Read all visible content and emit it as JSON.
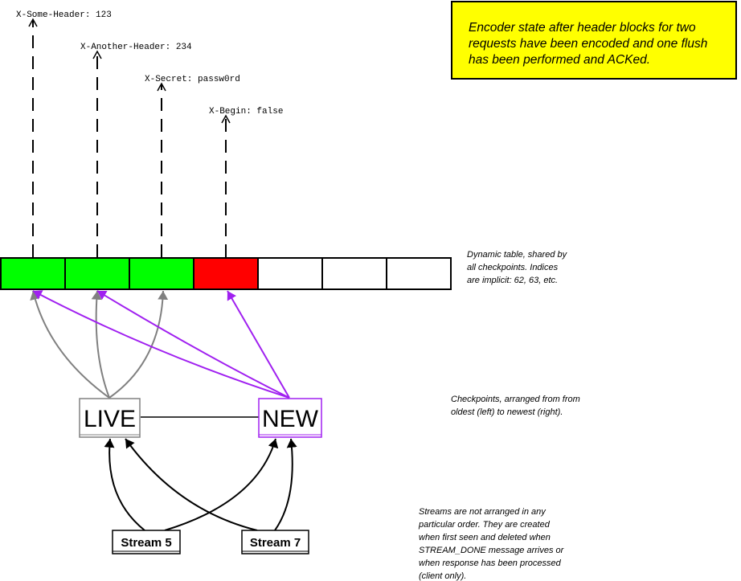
{
  "headers": [
    {
      "name": "X-Some-Header",
      "value": "123",
      "text": "X-Some-Header: 123"
    },
    {
      "name": "X-Another-Header",
      "value": "234",
      "text": "X-Another-Header: 234"
    },
    {
      "name": "X-Secret",
      "value": "passw0rd",
      "text": "X-Secret: passw0rd"
    },
    {
      "name": "X-Begin",
      "value": "false",
      "text": "X-Begin: false"
    }
  ],
  "callout": {
    "text": "Encoder state after header blocks for two requests have been encoded and one flush has been  performed and ACKed."
  },
  "dynamic_table": {
    "note_lines": [
      "Dynamic table, shared by",
      "all checkpoints.  Indices",
      "are implicit: 62, 63, etc."
    ],
    "cells": [
      {
        "state": "acked"
      },
      {
        "state": "acked"
      },
      {
        "state": "acked"
      },
      {
        "state": "new"
      },
      {
        "state": "empty"
      },
      {
        "state": "empty"
      },
      {
        "state": "empty"
      }
    ]
  },
  "checkpoints": {
    "note_lines": [
      "Checkpoints, arranged from from",
      "oldest (left) to newest (right)."
    ],
    "live_label": "LIVE",
    "new_label": "NEW"
  },
  "streams": {
    "note_lines": [
      "Streams are not arranged in any",
      "particular order. They are created",
      "when first seen and deleted when",
      "STREAM_DONE message arrives or",
      "when response has been processed",
      "(client only)."
    ],
    "stream5_label": "Stream 5",
    "stream7_label": "Stream 7"
  },
  "colors": {
    "acked": "#00ff00",
    "new": "#ff0000",
    "empty": "#ffffff",
    "live_checkpoint": "#808080",
    "new_checkpoint": "#a020f0",
    "callout_bg": "#ffff00"
  }
}
